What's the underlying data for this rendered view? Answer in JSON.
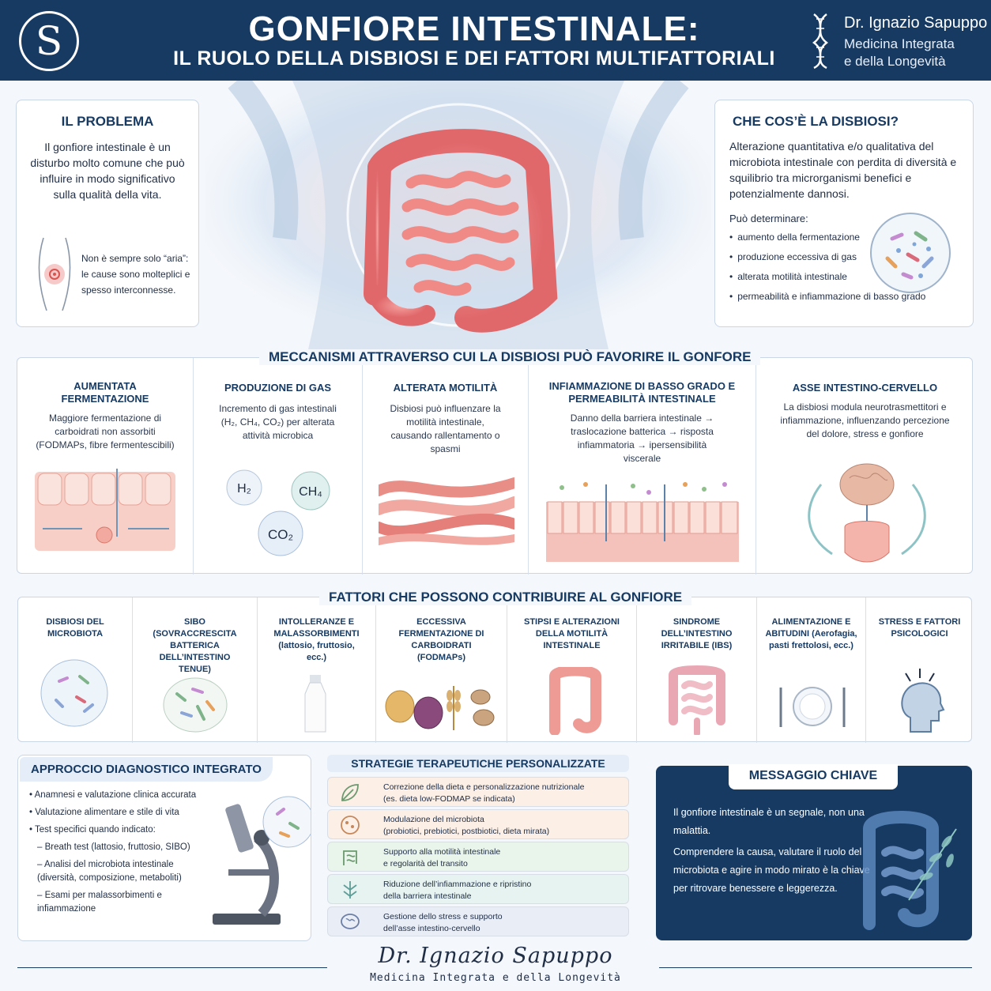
{
  "header": {
    "logo_letter": "S",
    "title": "GONFIORE INTESTINALE:",
    "subtitle": "IL RUOLO DELLA DISBIOSI E DEI FATTORI MULTIFATTORIALI",
    "doctor": "Dr. Ignazio Sapuppo",
    "specialty_line1": "Medicina Integrata",
    "specialty_line2": "e della Longevità"
  },
  "problem": {
    "title": "IL PROBLEMA",
    "text": "Il gonfiore intestinale è un disturbo molto comune che può influire in modo significativo sulla qualità della vita.",
    "note": "Non è sempre solo “aria”: le cause sono molteplici e spesso interconnesse."
  },
  "dysbiosis": {
    "title": "CHE COS’È LA DISBIOSI?",
    "definition": "Alterazione quantitativa e/o qualitativa del microbiota intestinale con perdita di diversità e squilibrio tra microrganismi benefici e potenzialmente dannosi.",
    "can_cause": "Può determinare:",
    "effects": [
      "aumento della fermentazione",
      "produzione eccessiva di gas",
      "alterata motilità intestinale",
      "permeabilità e infiammazione di basso grado"
    ]
  },
  "mechanisms": {
    "title": "MECCANISMI ATTRAVERSO CUI LA DISBIOSI PUÒ FAVORIRE IL GONFORE",
    "items": [
      {
        "title": "AUMENTATA FERMENTAZIONE",
        "text": "Maggiore fermentazione di carboidrati non assorbiti (FODMAPs, fibre fermentescibili)"
      },
      {
        "title": "PRODUZIONE DI GAS",
        "text": "Incremento di gas intestinali (H₂, CH₄, CO₂) per alterata attività microbica"
      },
      {
        "title": "ALTERATA MOTILITÀ",
        "text": "Disbiosi può influenzare la motilità intestinale, causando rallentamento o spasmi"
      },
      {
        "title": "INFIAMMAZIONE DI BASSO GRADO E PERMEABILITÀ INTESTINALE",
        "text": "Danno della barriera intestinale → traslocazione batterica → risposta infiammatoria → ipersensibilità viscerale"
      },
      {
        "title": "ASSE INTESTINO-CERVELLO",
        "text": "La disbiosi modula neurotrasmettitori e infiammazione, influenzando percezione del dolore, stress e gonfiore"
      }
    ],
    "gases": [
      "H₂",
      "CH₄",
      "CO₂"
    ]
  },
  "factors": {
    "title": "FATTORI CHE POSSONO CONTRIBUIRE AL GONFIORE",
    "items": [
      "DISBIOSI DEL MICROBIOTA",
      "SIBO (SOVRACCRESCITA BATTERICA DELL’INTESTINO TENUE)",
      "INTOLLERANZE E MALASSORBIMENTI (lattosio, fruttosio, ecc.)",
      "ECCESSIVA FERMENTAZIONE DI CARBOIDRATI (FODMAPs)",
      "STIPSI E ALTERAZIONI DELLA MOTILITÀ INTESTINALE",
      "SINDROME DELL’INTESTINO IRRITABILE (IBS)",
      "ALIMENTAZIONE E ABITUDINI (Aerofagia, pasti frettolosi, ecc.)",
      "STRESS E FATTORI PSICOLOGICI"
    ]
  },
  "diagnostic": {
    "title": "APPROCCIO DIAGNOSTICO INTEGRATO",
    "items": [
      "• Anamnesi e valutazione clinica accurata",
      "• Valutazione alimentare e stile di vita",
      "• Test specifici quando indicato:",
      "– Breath test (lattosio, fruttosio, SIBO)",
      "– Analisi del microbiota intestinale (diversità, composizione, metaboliti)",
      "– Esami per malassorbimenti e infiammazione"
    ]
  },
  "strategies": {
    "title": "STRATEGIE TERAPEUTICHE PERSONALIZZATE",
    "items": [
      {
        "line1": "Correzione della dieta e personalizzazione nutrizionale",
        "line2": "(es. dieta low-FODMAP se indicata)"
      },
      {
        "line1": "Modulazione del microbiota",
        "line2": "(probiotici, prebiotici, postbiotici, dieta mirata)"
      },
      {
        "line1": "Supporto alla motilità intestinale",
        "line2": "e regolarità del transito"
      },
      {
        "line1": "Riduzione dell’infiammazione e ripristino",
        "line2": "della barriera intestinale"
      },
      {
        "line1": "Gestione dello stress e supporto",
        "line2": "dell’asse intestino-cervello"
      }
    ]
  },
  "key_message": {
    "title": "MESSAGGIO CHIAVE",
    "line1": "Il gonfiore intestinale è un segnale, non una malattia.",
    "line2": "Comprendere la causa, valutare il ruolo del microbiota e agire in modo mirato è la chiave per ritrovare benessere e leggerezza."
  },
  "footer": {
    "signature": "Dr. Ignazio Sapuppo",
    "subtitle": "Medicina Integrata e della Longevità"
  },
  "colors": {
    "navy": "#173a63",
    "accent_red": "#e0676a",
    "background": "#f4f7fb"
  }
}
